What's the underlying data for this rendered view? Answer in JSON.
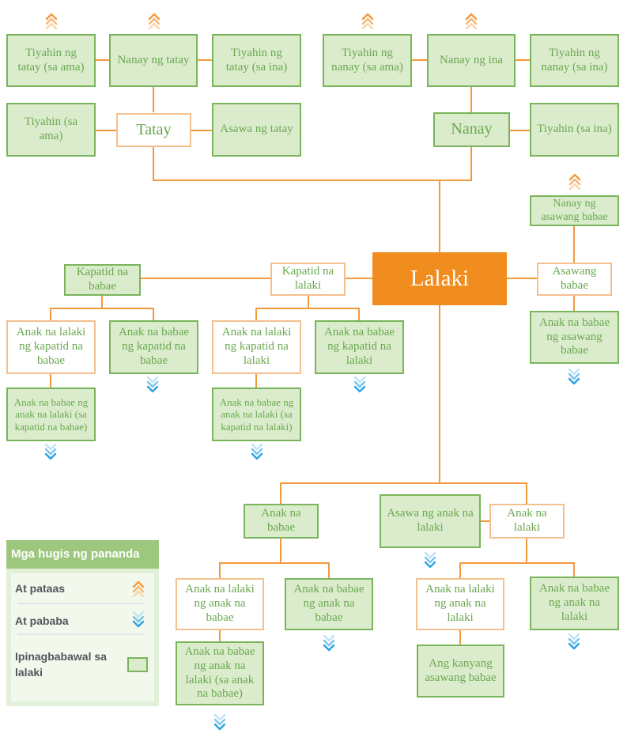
{
  "nodes": {
    "tiyahin_tatay_ama": "Tiyahin ng tatay (sa ama)",
    "nanay_ng_tatay": "Nanay ng tatay",
    "tiyahin_tatay_ina": "Tiyahin ng tatay (sa ina)",
    "tiyahin_nanay_ama": "Tiyahin ng nanay (sa ama)",
    "nanay_ng_ina": "Nanay ng ina",
    "tiyahin_nanay_ina": "Tiyahin ng nanay (sa ina)",
    "tiyahin_sa_ama": "Tiyahin (sa ama)",
    "tatay": "Tatay",
    "asawa_ng_tatay": "Asawa ng tatay",
    "nanay": "Nanay",
    "tiyahin_sa_ina": "Tiyahin (sa ina)",
    "nanay_ng_asawang_babae": "Nanay ng asawang babae",
    "kapatid_na_babae": "Kapatid na babae",
    "kapatid_na_lalaki": "Kapatid na lalaki",
    "lalaki": "Lalaki",
    "asawang_babae": "Asawang babae",
    "anak_lalaki_kapatid_babae": "Anak na lalaki ng kapatid na babae",
    "anak_babae_kapatid_babae": "Anak na babae ng kapatid na babae",
    "anak_lalaki_kapatid_lalaki": "Anak na lalaki ng kapatid na lalaki",
    "anak_babae_kapatid_lalaki": "Anak na babae ng kapatid na lalaki",
    "anak_babae_asawang_babae": "Anak na babae ng asawang babae",
    "apo_sa_kapatid_babae": "Anak na babae ng anak na lalaki (sa kapatid na babae)",
    "apo_sa_kapatid_lalaki": "Anak na babae ng anak na lalaki (sa kapatid na lalaki)",
    "anak_na_babae": "Anak na babae",
    "asawa_ng_anak_lalaki": "Asawa ng anak na lalaki",
    "anak_na_lalaki": "Anak na lalaki",
    "anak_lalaki_anak_babae": "Anak na lalaki ng anak na babae",
    "anak_babae_anak_babae": "Anak na babae ng anak na babae",
    "anak_lalaki_anak_lalaki": "Anak na lalaki ng anak na lalaki",
    "anak_babae_anak_lalaki": "Anak na babae ng anak na lalaki",
    "apo_babae_sa_anak_babae": "Anak na babae ng anak na lalaki (sa anak na babae)",
    "kanyang_asawang_babae": "Ang kanyang asawang babae"
  },
  "legend": {
    "title": "Mga hugis ng pananda",
    "up_label": "At pataas",
    "down_label": "At pababa",
    "forbidden_label": "Ipinagbabawal sa lalaki"
  },
  "colors": {
    "line": "#f39a3c",
    "main": "#f18c1e",
    "box_fill": "#dbeccd",
    "box_border": "#7ab45b",
    "text": "#6aa84f",
    "up_arrow": "#f39a3c",
    "down_arrow": "#29a3e0"
  }
}
